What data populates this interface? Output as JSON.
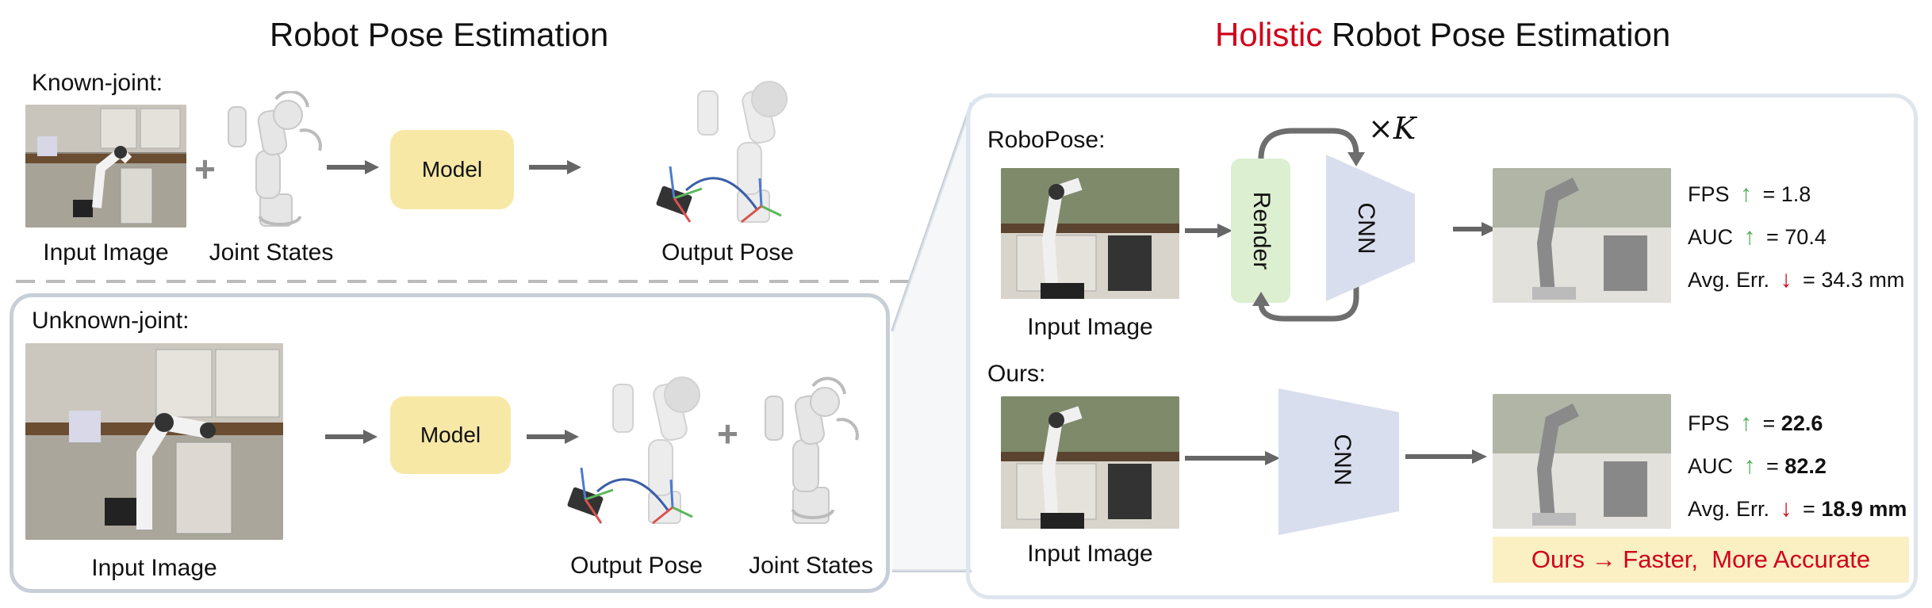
{
  "left": {
    "title": "Robot Pose Estimation",
    "known_label": "Known-joint:",
    "unknown_label": "Unknown-joint:",
    "model_label": "Model",
    "captions": {
      "input_image": "Input Image",
      "joint_states": "Joint States",
      "output_pose": "Output Pose"
    },
    "plus": "+"
  },
  "right": {
    "title_highlight": "Holistic",
    "title_rest": "Robot Pose Estimation",
    "robopose_label": "RoboPose:",
    "ours_label": "Ours:",
    "render_label": "Render",
    "cnn_label": "CNN",
    "loop_label": "×K",
    "input_caption": "Input Image",
    "robopose_metrics": [
      {
        "name": "FPS",
        "dir": "up",
        "value": "= 1.8"
      },
      {
        "name": "AUC",
        "dir": "up",
        "value": "= 70.4"
      },
      {
        "name": "Avg. Err.",
        "dir": "down",
        "value": "= 34.3 mm"
      }
    ],
    "ours_metrics": [
      {
        "name": "FPS",
        "dir": "up",
        "value": "22.6"
      },
      {
        "name": "AUC",
        "dir": "up",
        "value": "82.2"
      },
      {
        "name": "Avg. Err.",
        "dir": "down",
        "value": "18.9 mm"
      }
    ],
    "conclusion": "Ours → Faster,  More Accurate"
  },
  "colors": {
    "model_fill": "#f7e8a6",
    "render_fill": "#dcefd0",
    "cnn_fill": "#d9deee",
    "highlight_red": "#d0021b",
    "up_green": "#4caf50",
    "conclusion_bg": "#fbefc4"
  }
}
